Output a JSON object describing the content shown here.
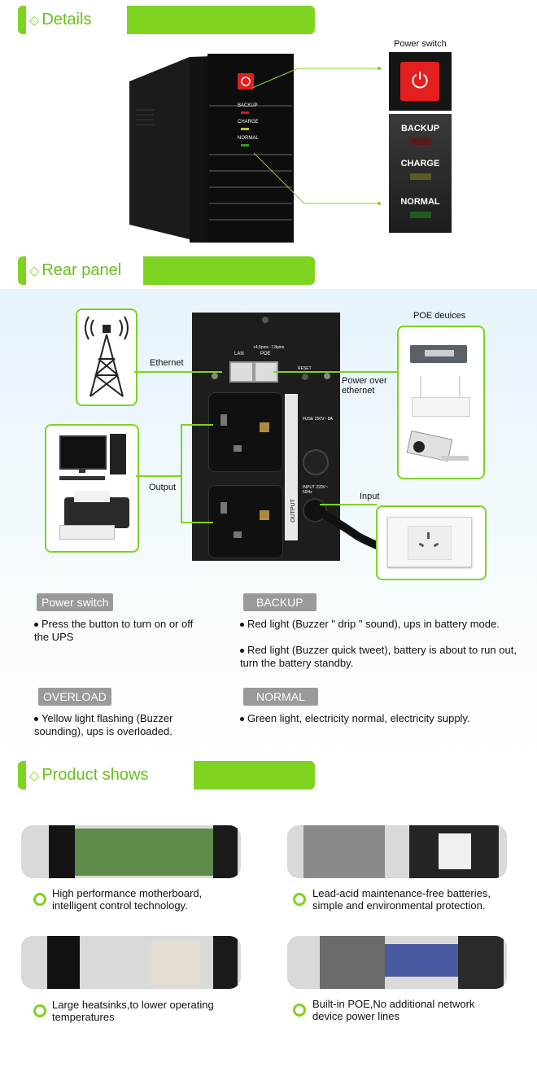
{
  "sections": {
    "details": "Details",
    "rear_panel": "Rear panel",
    "product_shows": "Product shows"
  },
  "details": {
    "power_switch_label": "Power switch",
    "ups_leds": [
      "BACKUP",
      "CHARGE",
      "NORMAL"
    ],
    "zoom_leds": [
      "BACKUP",
      "CHARGE",
      "NORMAL"
    ]
  },
  "rear": {
    "ethernet": "Ethernet",
    "poe_devices": "POE deuices",
    "power_over_ethernet": "Power over ethernet",
    "output": "Output",
    "input": "Input",
    "panel_port_lan": "LAN",
    "panel_port_poe": "POE",
    "panel_pins": "+4,5pins -7,8pins",
    "panel_reset": "RESET",
    "panel_fuse": "FUSE 250V~ 8A",
    "panel_input": "INPUT 220V~ 50Hz",
    "panel_output": "OUTPUT"
  },
  "features": [
    {
      "tag": "Power switch",
      "lines": [
        "Press the button to turn on or off the UPS"
      ]
    },
    {
      "tag": "BACKUP",
      "lines": [
        "Red light (Buzzer \" drip \" sound), ups in battery mode.",
        "Red light (Buzzer quick tweet), battery is about to run out, turn the battery standby."
      ]
    },
    {
      "tag": "OVERLOAD",
      "lines": [
        "Yellow light flashing (Buzzer sounding), ups is overloaded."
      ]
    },
    {
      "tag": "NORMAL",
      "lines": [
        "Green light, electricity normal, electricity supply."
      ]
    }
  ],
  "products": [
    {
      "caption": "High performance motherboard, intelligent control technology."
    },
    {
      "caption": "Lead-acid maintenance-free batteries, simple and environmental protection."
    },
    {
      "caption": "Large heatsinks,to lower operating temperatures"
    },
    {
      "caption": "Built-in POE,No additional network device power lines"
    }
  ],
  "colors": {
    "accent": "#7fd321",
    "tag_gray": "#9a9a9a"
  }
}
